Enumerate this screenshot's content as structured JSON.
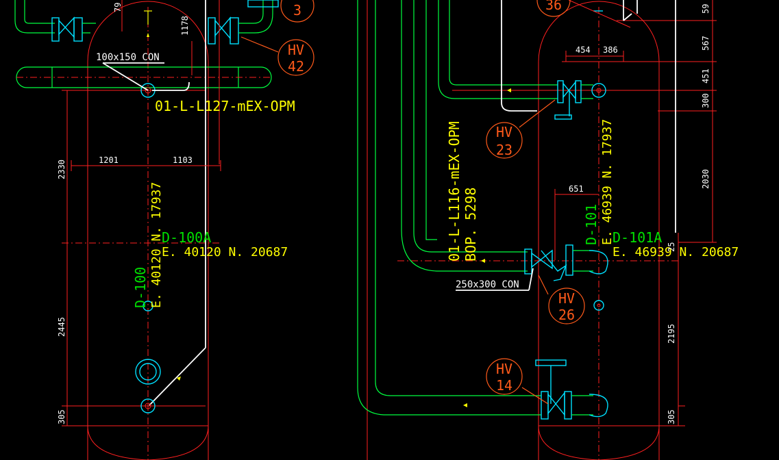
{
  "drawing": {
    "vessel_left": {
      "tag": "D-100A",
      "tag_vertical": "D-100",
      "coord_east": "E. 40120 N. 20687",
      "coord_north_vertical": "E. 40120 N. 17937",
      "line_number": "01-L-L127-mEX-OPM",
      "reducer": "100x150 CON"
    },
    "vessel_right": {
      "tag": "D-101A",
      "tag_vertical": "D-101",
      "coord_east": "E. 46939 N. 20687",
      "coord_north_vertical": "E. 46939 N. 17937",
      "line_number": "01-L-L116-mEX-OPM",
      "bop": "BOP. 5298",
      "reducer": "250x300 CON"
    },
    "valves": [
      {
        "id": "hv42",
        "line1": "HV",
        "line2": "42"
      },
      {
        "id": "hv23",
        "line1": "HV",
        "line2": "23"
      },
      {
        "id": "hv26",
        "line1": "HV",
        "line2": "26"
      },
      {
        "id": "hv14",
        "line1": "HV",
        "line2": "14"
      },
      {
        "id": "b3",
        "line1": "",
        "line2": "3"
      },
      {
        "id": "b36",
        "line1": "",
        "line2": "36"
      }
    ],
    "dimensions": {
      "d79": "79",
      "d1178": "1178",
      "d1201": "1201",
      "d1103": "1103",
      "d2330": "2330",
      "d2445": "2445",
      "d305a": "305",
      "d454": "454",
      "d386": "386",
      "d651": "651",
      "d59": "59",
      "d567": "567",
      "d451": "451",
      "d300": "300",
      "d2030": "2030",
      "d2195": "2195",
      "d305b": "305",
      "d25": "25"
    }
  }
}
